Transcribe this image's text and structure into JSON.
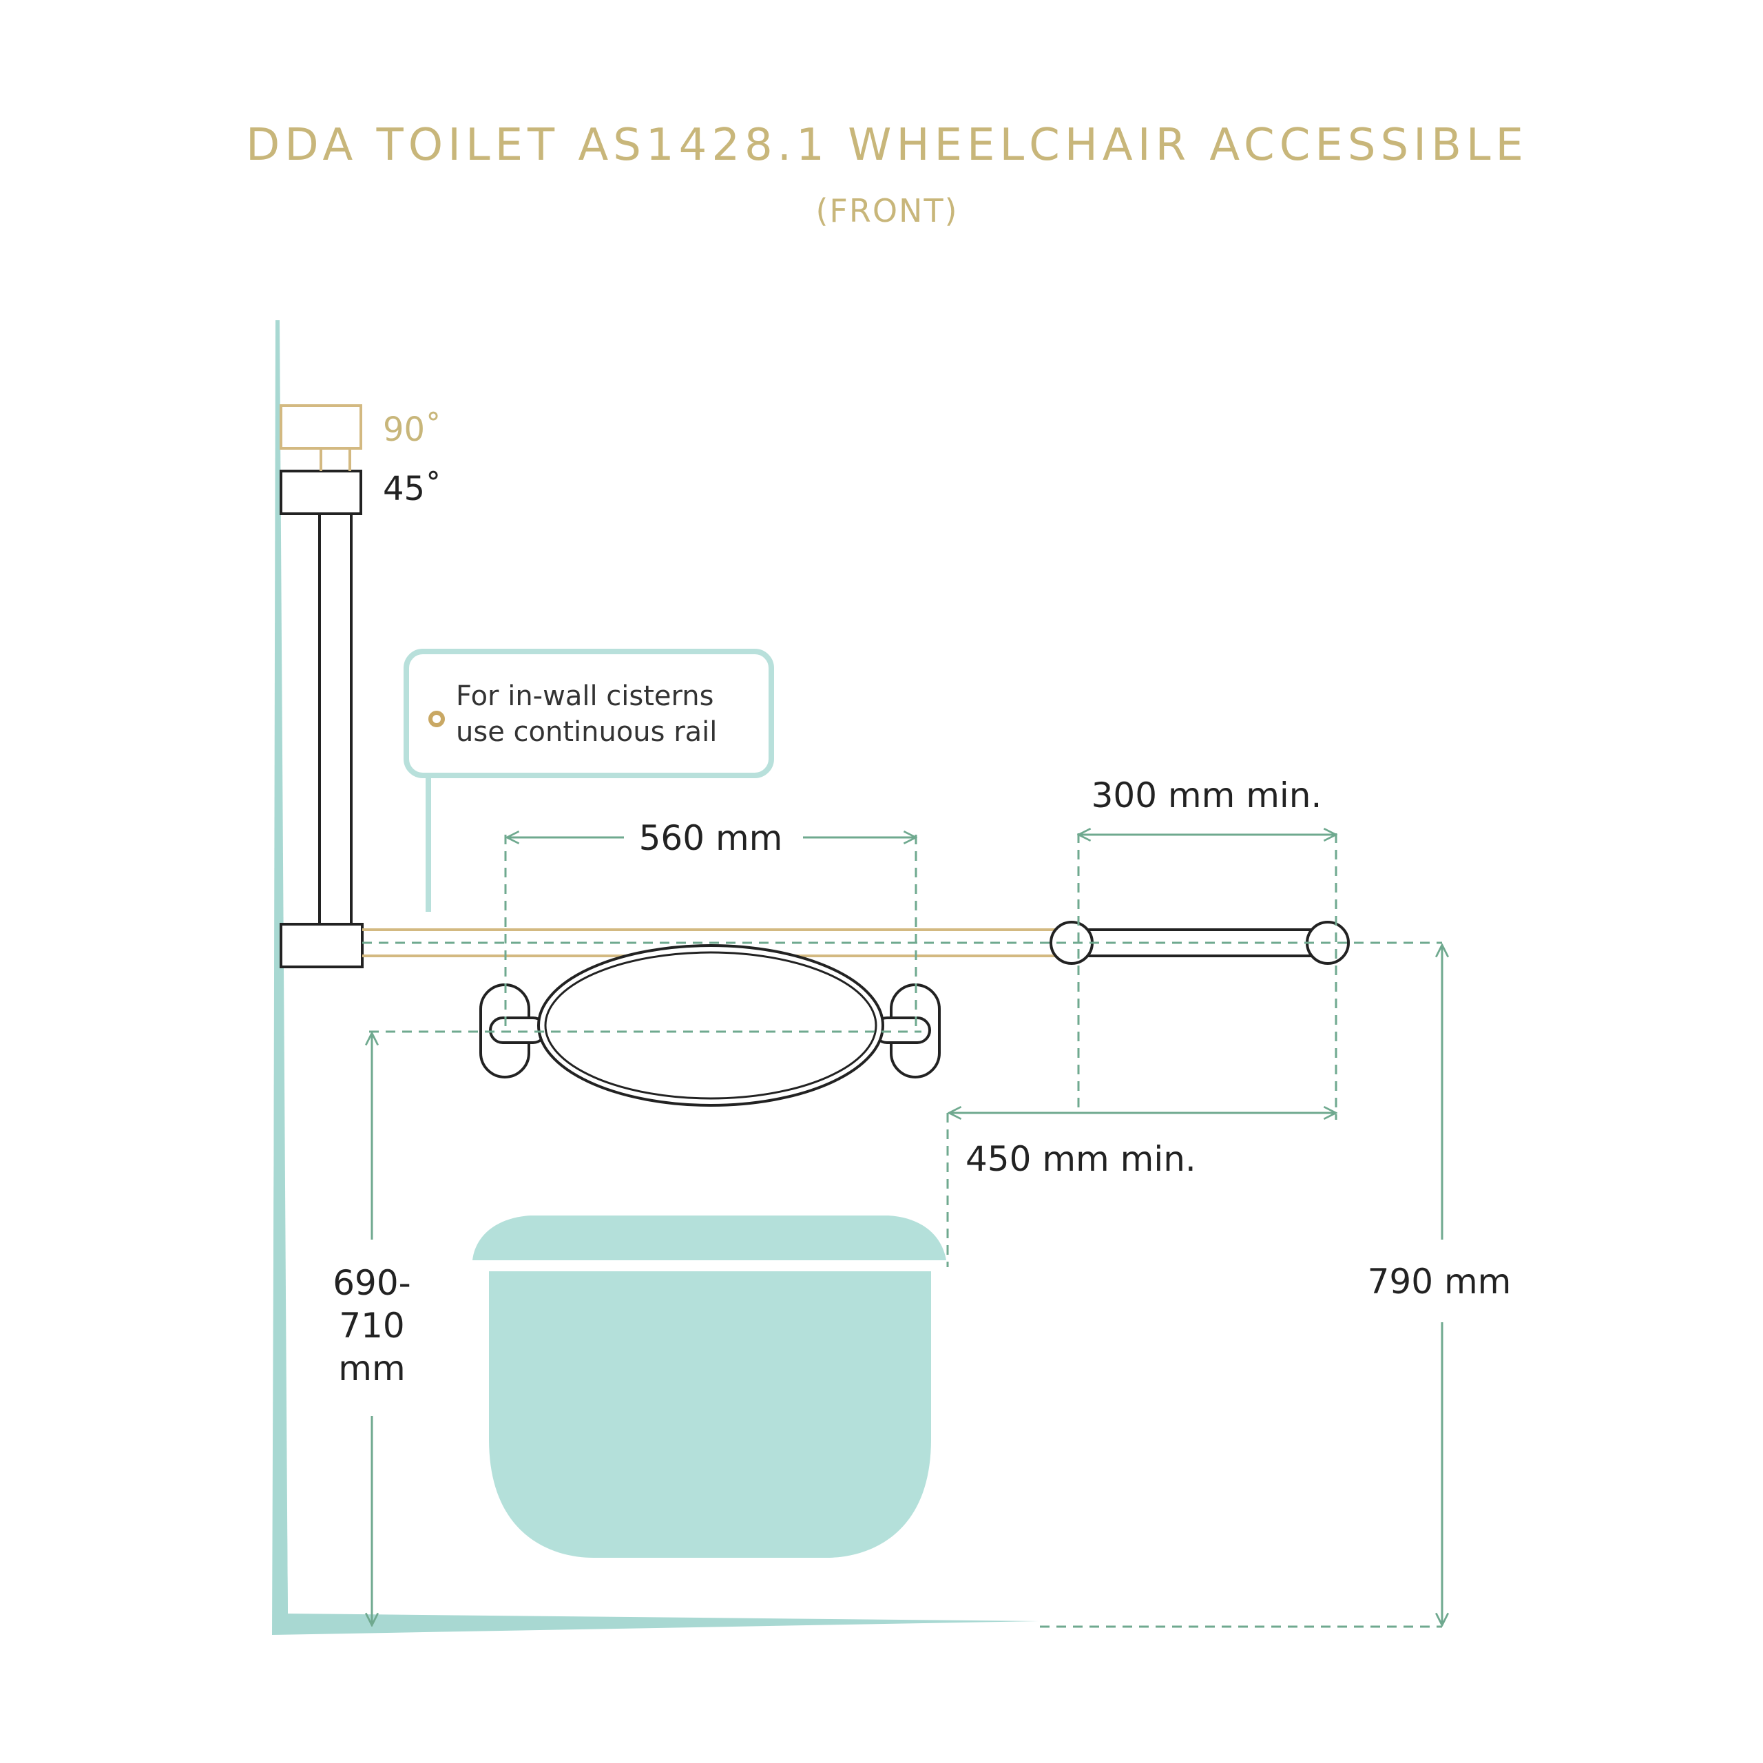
{
  "title": "DDA TOILET AS1428.1 WHEELCHAIR ACCESSIBLE",
  "subtitle": "(FRONT)",
  "angles": {
    "angle_90": "90˚",
    "angle_45": "45˚"
  },
  "note": {
    "line1": "For in-wall cisterns",
    "line2": "use continuous rail"
  },
  "dimensions": {
    "seat_width": "560 mm",
    "rail_length": "300 mm min.",
    "offset": "450 mm min.",
    "seat_height_line1": "690-",
    "seat_height_line2": "710",
    "seat_height_line3": "mm",
    "rail_height": "790 mm"
  },
  "colors": {
    "title_gold": "#c8b67a",
    "rail_gold": "#d3b981",
    "teal_fill": "#b4e0da",
    "teal_wall": "#a8d8d2",
    "dim_green": "#6fa98f",
    "outline": "#222222",
    "note_border": "#b8e0db",
    "note_dot": "#c9a864"
  }
}
